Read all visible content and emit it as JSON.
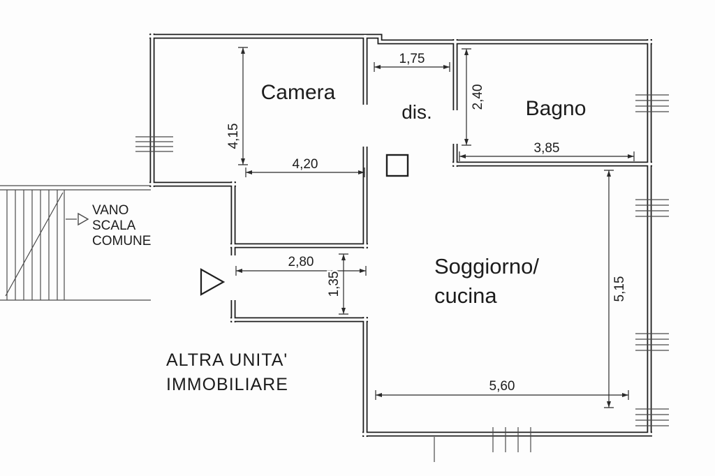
{
  "plan": {
    "rooms": {
      "camera": "Camera",
      "dis": "dis.",
      "bagno": "Bagno",
      "soggiorno_line1": "Soggiorno/",
      "soggiorno_line2": "cucina"
    },
    "areas": {
      "vano_scala": [
        "VANO",
        "SCALA",
        "COMUNE"
      ],
      "altra_unita": [
        "ALTRA UNITA'",
        "IMMOBILIARE"
      ]
    },
    "dimensions": {
      "dis_width": "1,75",
      "bagno_depth": "2,40",
      "camera_depth": "4,15",
      "camera_width": "4,20",
      "bagno_width": "3,85",
      "entry_width": "2,80",
      "entry_depth": "1,35",
      "soggiorno_depth": "5,15",
      "soggiorno_width": "5,60"
    },
    "colors": {
      "wall": "#1f1f1f",
      "thin_line": "#4a4a4a",
      "background": "#fdfdfd",
      "text": "#1c1c1c"
    }
  }
}
